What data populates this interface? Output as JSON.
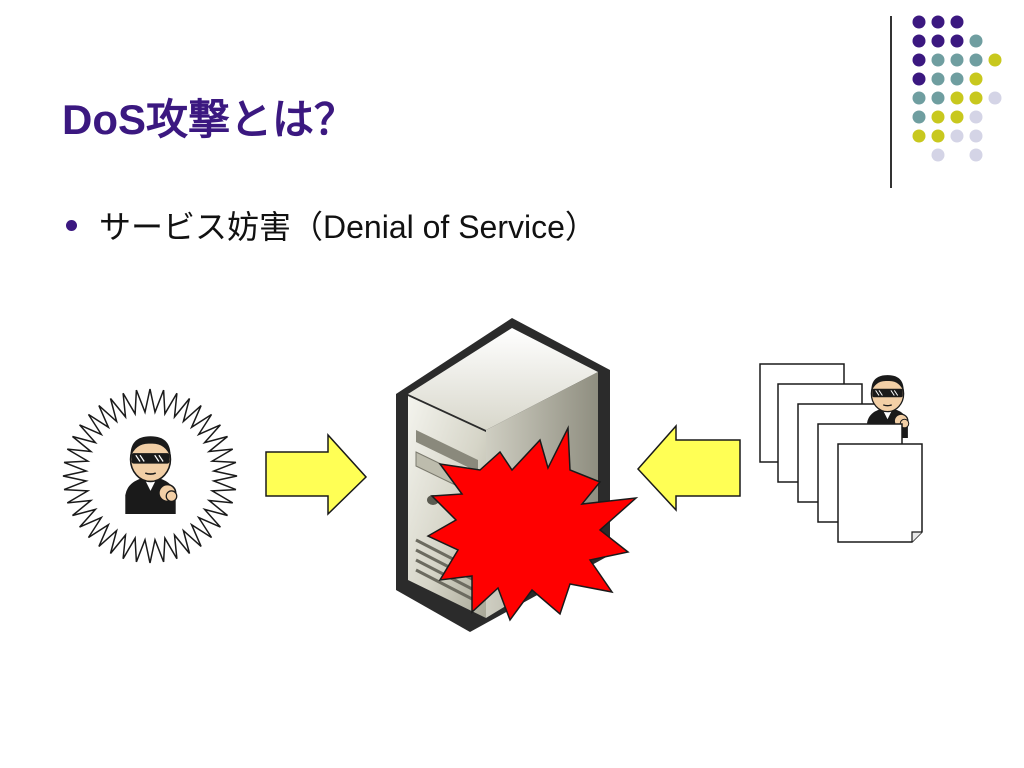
{
  "slide": {
    "title": "DoS攻撃とは？",
    "bullet": "サービス妨害（Denial of Service）"
  },
  "colors": {
    "title": "#3b1880",
    "dot_purple": "#3b1880",
    "dot_teal": "#6f9ea0",
    "dot_yellow": "#c8c81e",
    "dot_lavender": "#d4d4e6",
    "arrow_fill": "#ffff55",
    "burst_fill": "#ff0000"
  },
  "decoration": {
    "dot_grid": [
      [
        "purple",
        "purple",
        "purple",
        "none",
        "none"
      ],
      [
        "purple",
        "purple",
        "purple",
        "teal",
        "none"
      ],
      [
        "purple",
        "teal",
        "teal",
        "teal",
        "yellow"
      ],
      [
        "purple",
        "teal",
        "teal",
        "yellow",
        "none"
      ],
      [
        "teal",
        "teal",
        "yellow",
        "yellow",
        "lavender"
      ],
      [
        "teal",
        "yellow",
        "yellow",
        "lavender",
        "none"
      ],
      [
        "yellow",
        "yellow",
        "lavender",
        "lavender",
        "none"
      ],
      [
        "none",
        "lavender",
        "none",
        "lavender",
        "none"
      ]
    ]
  },
  "diagram": {
    "attacker_left": {
      "icon": "attacker-with-sunglasses-icon",
      "highlight": "spiky-starburst"
    },
    "arrow_left": {
      "direction": "right",
      "icon": "arrow-right-icon"
    },
    "server": {
      "icon": "server-tower-icon",
      "overlay": "red-explosion-burst"
    },
    "arrow_right": {
      "direction": "left",
      "icon": "arrow-left-icon"
    },
    "attacker_right": {
      "icon": "attacker-with-sunglasses-icon",
      "documents": 5
    }
  }
}
